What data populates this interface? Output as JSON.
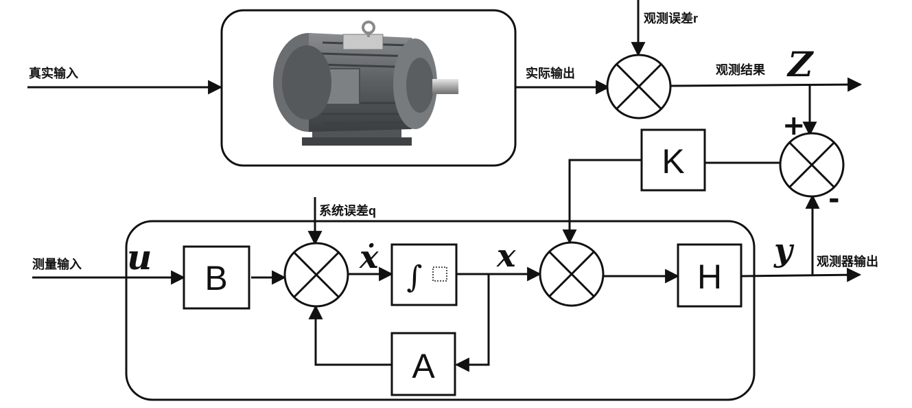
{
  "labels": {
    "true_input": "真实输入",
    "actual_output": "实际输出",
    "observation_error": "观测误差r",
    "observation_result": "观测结果",
    "system_error": "系统误差q",
    "measured_input": "测量输入",
    "observer_output": "观测器输出"
  },
  "blocks": {
    "b": "B",
    "a": "A",
    "h": "H",
    "k": "K"
  },
  "symbols": {
    "z": "Z",
    "u": "u",
    "x_dot": "ẋ",
    "x": "x",
    "y": "y",
    "plus": "+",
    "minus": "-"
  },
  "icons": {
    "motor": "electric-motor-image",
    "integrator": "integral-sign-icon",
    "summing_junction": "summing-junction-icon"
  }
}
